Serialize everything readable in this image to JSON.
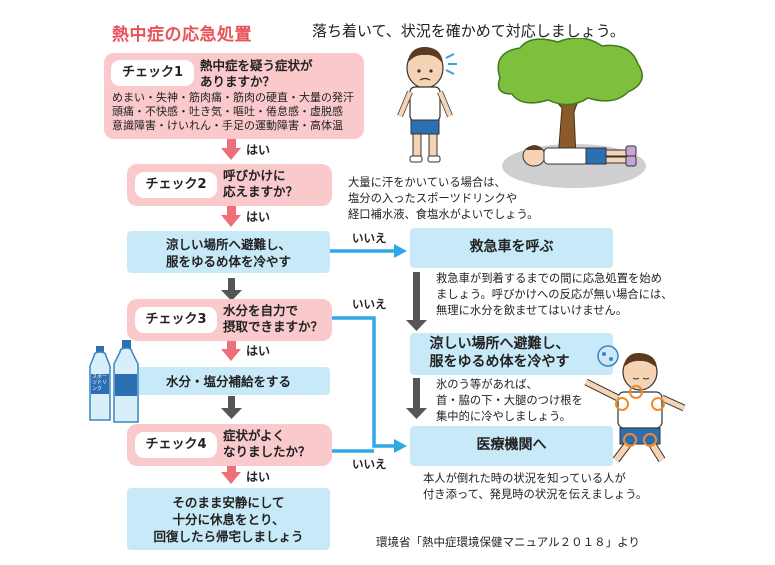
{
  "title": "熱中症の応急処置",
  "subtitle": "落ち着いて、状況を確かめて対応しましょう。",
  "check1": {
    "tag": "チェック1",
    "question_line1": "熱中症を疑う症状が",
    "question_line2": "ありますか？",
    "symptoms": [
      "めまい・失神・筋肉痛・筋肉の硬直・大量の発汗",
      "頭痛・不快感・吐き気・嘔吐・倦怠感・虚脱感",
      "意識障害・けいれん・手足の運動障害・高体温"
    ]
  },
  "yes1": "はい",
  "check2": {
    "tag": "チェック2",
    "question_line1": "呼びかけに",
    "question_line2": "応えますか？"
  },
  "yes2": "はい",
  "action_cool": {
    "line1": "涼しい場所へ避難し、",
    "line2": "服をゆるめ体を冷やす"
  },
  "check3": {
    "tag": "チェック3",
    "question_line1": "水分を自力で",
    "question_line2": "摂取できますか？"
  },
  "yes3": "はい",
  "action_hydrate": "水分・塩分補給をする",
  "check4": {
    "tag": "チェック4",
    "question_line1": "症状がよく",
    "question_line2": "なりましたか？"
  },
  "yes4": "はい",
  "final_rest": {
    "line1": "そのまま安静にして",
    "line2": "十分に休息をとり、",
    "line3": "回復したら帰宅しましょう"
  },
  "no_label": "いいえ",
  "sweat_note": [
    "大量に汗をかいている場合は、",
    "塩分の入ったスポーツドリンクや",
    "経口補水液、食塩水がよいでしょう。"
  ],
  "ambulance": "救急車を呼ぶ",
  "ambulance_note": [
    "救急車が到着するまでの間に応急処置を始め",
    "ましょう。呼びかけへの反応が無い場合には、",
    "無理に水分を飲ませてはいけません。"
  ],
  "right_cool": {
    "line1": "涼しい場所へ避難し、",
    "line2": "服をゆるめ体を冷やす"
  },
  "ice_note": [
    "氷のう等があれば、",
    "首・脇の下・大腿のつけ根を",
    "集中的に冷やしましょう。"
  ],
  "hospital": "医療機関へ",
  "hospital_note": [
    "本人が倒れた時の状況を知っている人が",
    "付き添って、発見時の状況を伝えましょう。"
  ],
  "bottle_label": "スポーツドリンク",
  "source": "環境省「熱中症環境保健マニュアル２０１８」より",
  "colors": {
    "pink": "#f9c9cc",
    "blue_box": "#c8e9f8",
    "arrow_pink": "#ee6f7a",
    "arrow_blue": "#2ea8e6",
    "arrow_gray": "#555555",
    "title_red": "#e8525a"
  }
}
